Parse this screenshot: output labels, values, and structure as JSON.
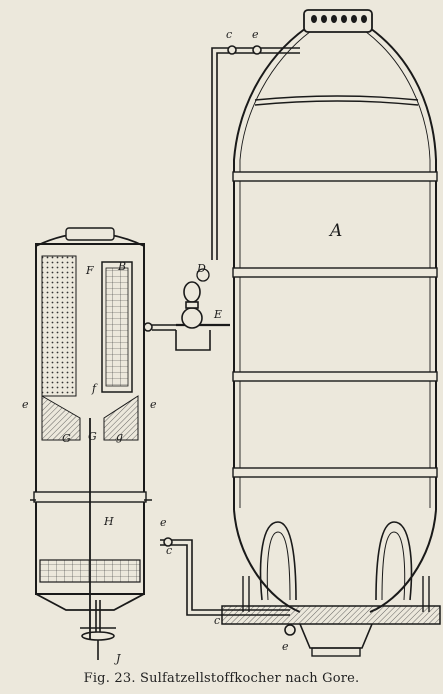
{
  "caption": "Fig. 23.   Sulfatzellstoffkocher nach Gore.",
  "labels": {
    "A": "A",
    "B": "B",
    "D": "D",
    "E": "E",
    "F_top": "F",
    "F_mid": "f",
    "c_top": "c",
    "e_top": "e",
    "e_left": "e",
    "e_mid": "e",
    "e_low": "e",
    "c_low": "c",
    "c_bottom": "c",
    "e_bottom": "e",
    "G_left": "G",
    "G_center": "G",
    "H": "H",
    "g": "g",
    "J": "J"
  },
  "colors": {
    "ink": "#1a1a1a",
    "paper": "#ece8dc"
  }
}
